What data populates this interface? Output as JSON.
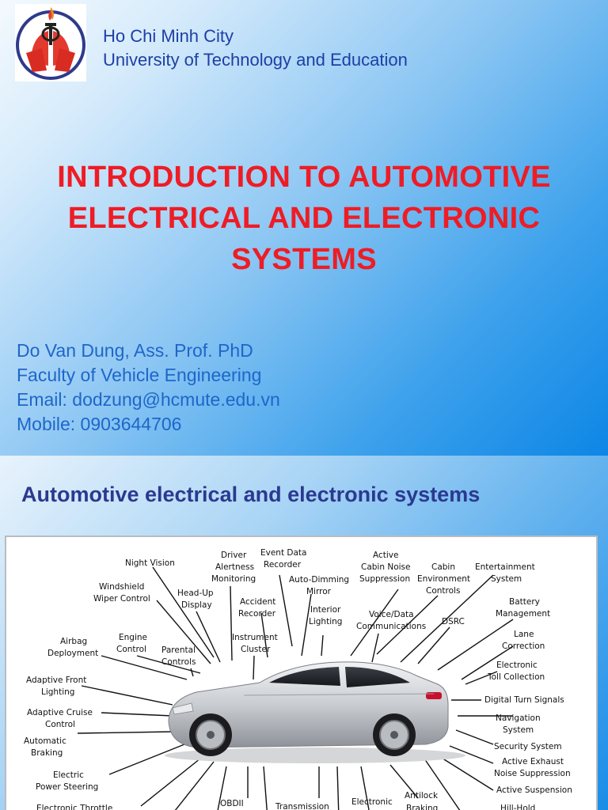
{
  "slide1": {
    "university": {
      "line1": "Ho Chi Minh City",
      "line2": "University of Technology and Education"
    },
    "title": {
      "line1": "INTRODUCTION TO AUTOMOTIVE",
      "line2": "ELECTRICAL AND ELECTRONIC",
      "line3": "SYSTEMS"
    },
    "author": {
      "name": "Do Van Dung, Ass. Prof. PhD",
      "faculty": "Faculty of Vehicle Engineering",
      "email": "Email: dodzung@hcmute.edu.vn",
      "mobile": "Mobile: 0903644706"
    }
  },
  "slide2": {
    "title": "Automotive electrical and electronic systems",
    "callouts": [
      "Night Vision",
      "Driver",
      "Alertness",
      "Monitoring",
      "Event Data",
      "Recorder",
      "Active",
      "Cabin Noise",
      "Suppression",
      "Cabin",
      "Environment",
      "Controls",
      "Entertainment",
      "System",
      "Windshield",
      "Wiper Control",
      "Head-Up",
      "Display",
      "Accident",
      "Recorder",
      "Auto-Dimming",
      "Mirror",
      "Interior",
      "Lighting",
      "Voice/Data",
      "Communications",
      "DSRC",
      "Battery",
      "Management",
      "Airbag",
      "Deployment",
      "Engine",
      "Control",
      "Parental",
      "Controls",
      "Instrument",
      "Cluster",
      "Lane",
      "Correction",
      "Electronic",
      "Toll Collection",
      "Adaptive Front",
      "Lighting",
      "Digital Turn Signals",
      "Adaptive Cruise",
      "Control",
      "Navigation",
      "System",
      "Automatic",
      "Braking",
      "Security System",
      "Active Exhaust",
      "Noise Suppression",
      "Electric",
      "Power Steering",
      "Active Suspension",
      "Electronic Throttle",
      "OBDII",
      "Transmission",
      "Electronic",
      "Antilock",
      "Braking",
      "Hill-Hold"
    ]
  },
  "colors": {
    "title_red": "#ee1c25",
    "university_blue": "#1d3fa6",
    "author_blue": "#1e66c9",
    "section_title": "#2b3990",
    "logo_red": "#e23a2e",
    "logo_ring": "#2e3a8c"
  },
  "icons": {
    "logo": "university-emblem",
    "car": "silver-sedan-illustration"
  }
}
